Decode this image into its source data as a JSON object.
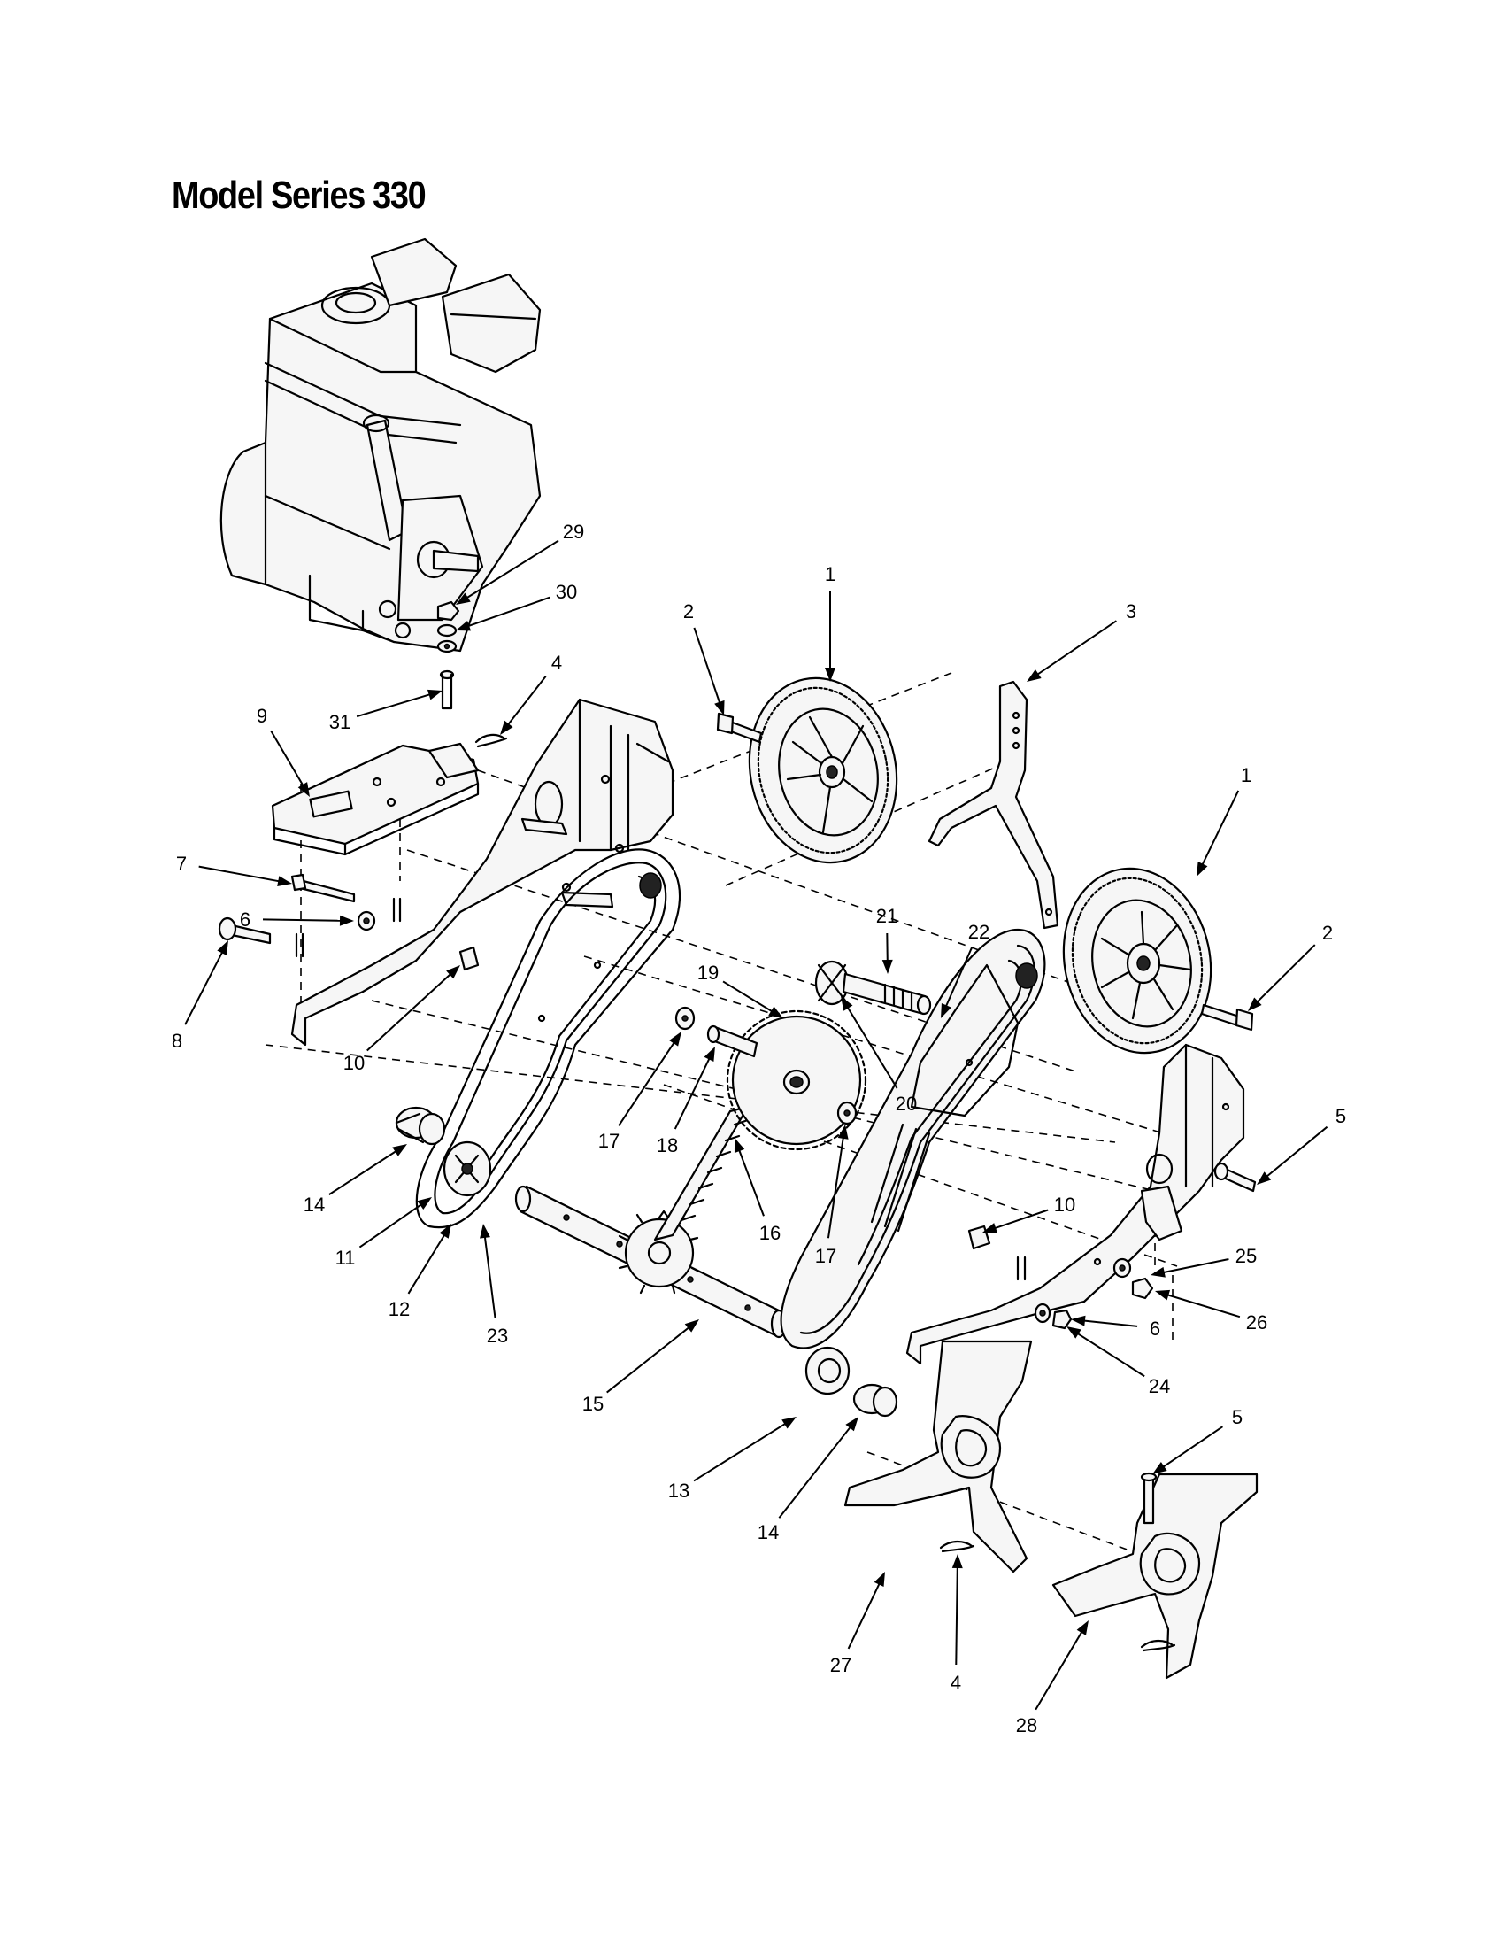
{
  "title": "Model Series 330",
  "callouts": [
    "1",
    "1",
    "2",
    "2",
    "3",
    "4",
    "4",
    "5",
    "5",
    "6",
    "6",
    "7",
    "8",
    "9",
    "10",
    "10",
    "11",
    "12",
    "13",
    "14",
    "14",
    "15",
    "16",
    "17",
    "17",
    "18",
    "19",
    "20",
    "21",
    "22",
    "23",
    "24",
    "25",
    "26",
    "27",
    "28",
    "29",
    "30",
    "31"
  ],
  "parts": [
    "engine",
    "wheel",
    "wheel-bolt",
    "wheel-bracket",
    "hairpin-clip",
    "clevis-pin",
    "washer",
    "carriage-bolt",
    "hex-bolt",
    "mounting-plate",
    "spacer",
    "chain-case-half-left",
    "chain-case-half-right",
    "bearing",
    "tine-shaft",
    "roller-chain",
    "sprocket",
    "small-sprocket",
    "input-shaft",
    "lock-nut",
    "tine-left",
    "tine-right"
  ]
}
